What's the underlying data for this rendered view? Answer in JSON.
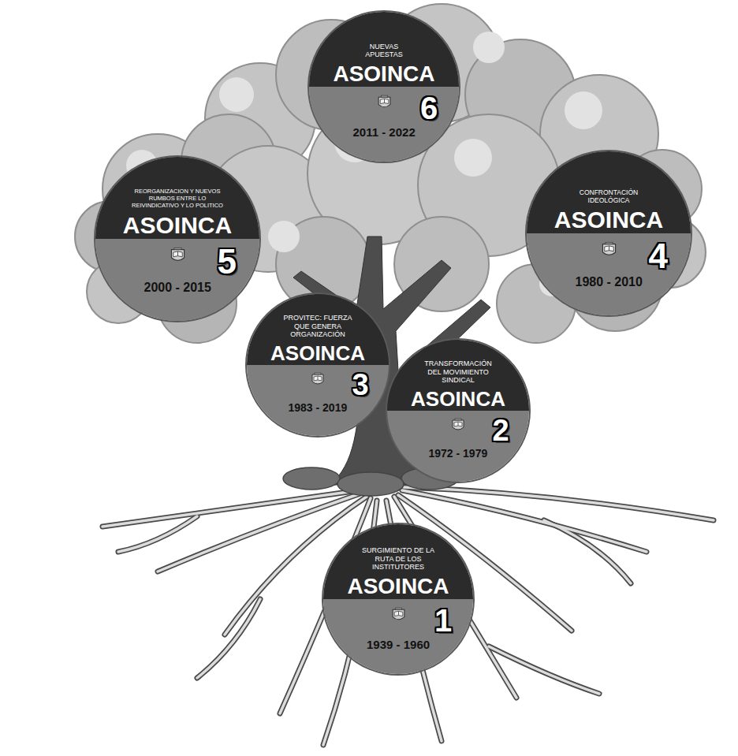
{
  "diagram": {
    "nodes": [
      {
        "text": [
          "SURGIMIENTO DE LA RUTA DE LOS INSTITUTORES",
          "ASOINCA",
          "1",
          "1939 - 1960"
        ]
      },
      {
        "text": [
          "TRANSFORMACIÓN DEL MOVIMIENTO SINDICAL",
          "ASOINCA",
          "2",
          "1972 - 1979"
        ]
      },
      {
        "text": [
          "PROVITEC: FUERZA QUE GENERA ORGANIZACIÓN",
          "ASOINCA",
          "3",
          "1983 - 2019"
        ]
      },
      {
        "text": [
          "CONFRONTACIÓN IDEOLÓGICA",
          "ASOINCA",
          "4",
          "1980 - 2010"
        ]
      },
      {
        "text": [
          "REORGANIZACION Y NUEVOS RUMBOS ENTRE LO REIVINDICATIVO Y LO POLITICO",
          "ASOINCA",
          "5",
          "2000 - 2015"
        ]
      },
      {
        "text": [
          "NUEVAS APUESTAS",
          "ASOINCA",
          "6",
          "2011 - 2022"
        ]
      }
    ]
  }
}
